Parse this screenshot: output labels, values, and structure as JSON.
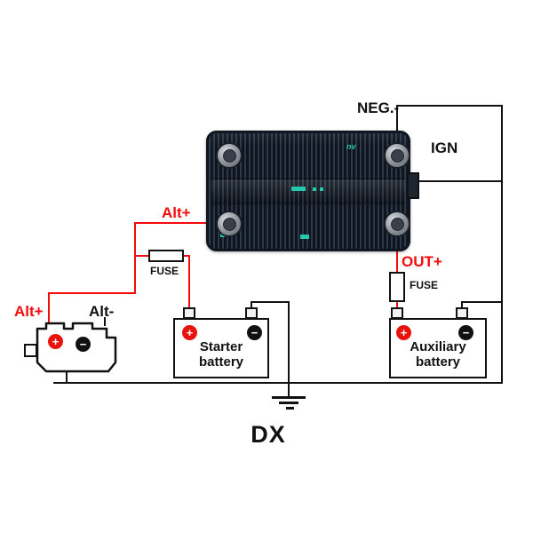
{
  "diagram": {
    "caption": "DX",
    "labels": {
      "neg": "NEG.-",
      "ign": "IGN",
      "alt_plus_wire": "Alt+",
      "fuse_input": "FUSE",
      "out_plus": "OUT+",
      "fuse_output": "FUSE",
      "alt_plus": "Alt+",
      "alt_minus": "Alt-"
    },
    "device": {
      "logo": "nv"
    },
    "starter_battery": {
      "name_line1": "Starter",
      "name_line2": "battery",
      "plus": "+",
      "minus": "−"
    },
    "auxiliary_battery": {
      "name_line1": "Auxiliary",
      "name_line2": "battery",
      "plus": "+",
      "minus": "−"
    },
    "engine": {
      "plus": "+",
      "minus": "−"
    },
    "colors": {
      "wire_red": "#f40b0b",
      "wire_black": "#111111",
      "device_dark": "#18202b",
      "teal": "#25c7ad"
    }
  }
}
